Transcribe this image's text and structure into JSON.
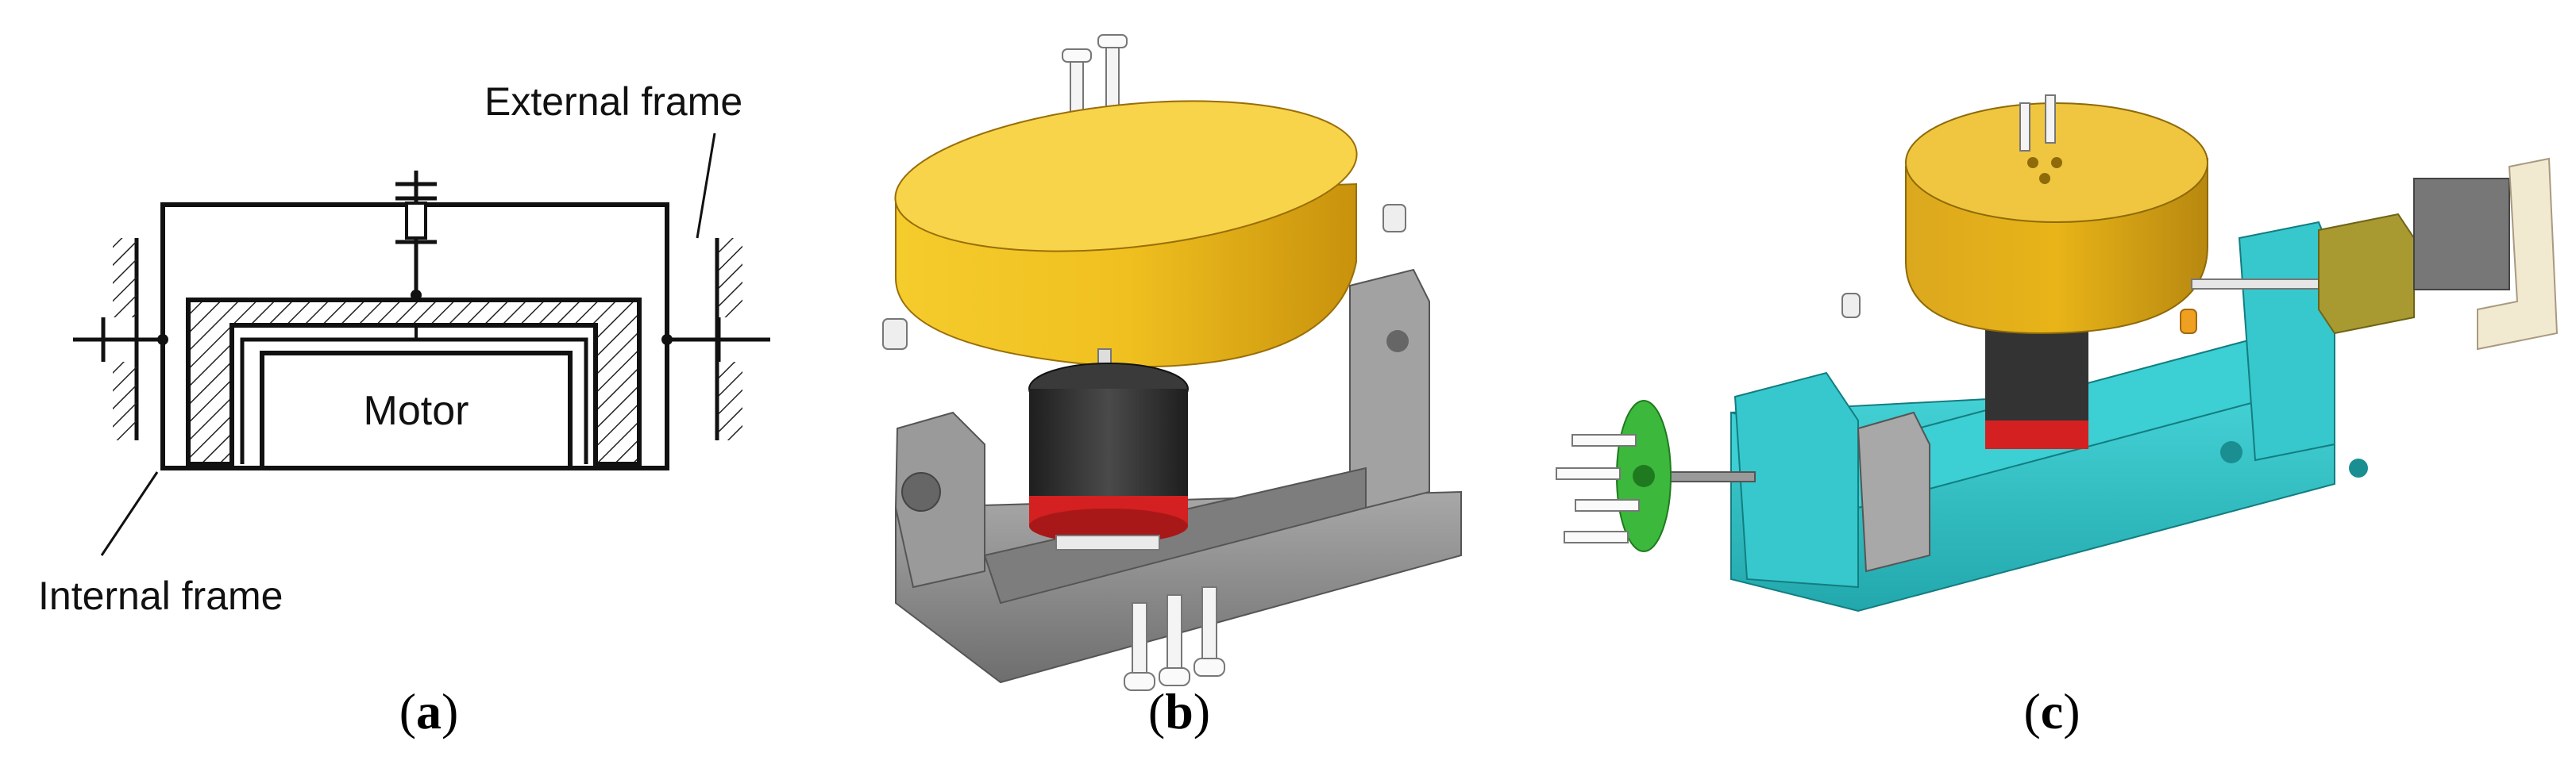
{
  "panels": {
    "a": {
      "caption_letter": "a",
      "labels": {
        "external_frame": "External frame",
        "motor": "Motor",
        "internal_frame": "Internal frame"
      }
    },
    "b": {
      "caption_letter": "b"
    },
    "c": {
      "caption_letter": "c"
    }
  },
  "colors": {
    "rotor_gold": "#e8b418",
    "frame_gray": "#8a8a8a",
    "base_cyan": "#2fc4c8",
    "coupling_green": "#3cb83c",
    "motor_dark": "#2e2e2e",
    "motor_red": "#d42020",
    "gearbox_olive": "#a89a30",
    "bracket_cream": "#f2ead0"
  }
}
